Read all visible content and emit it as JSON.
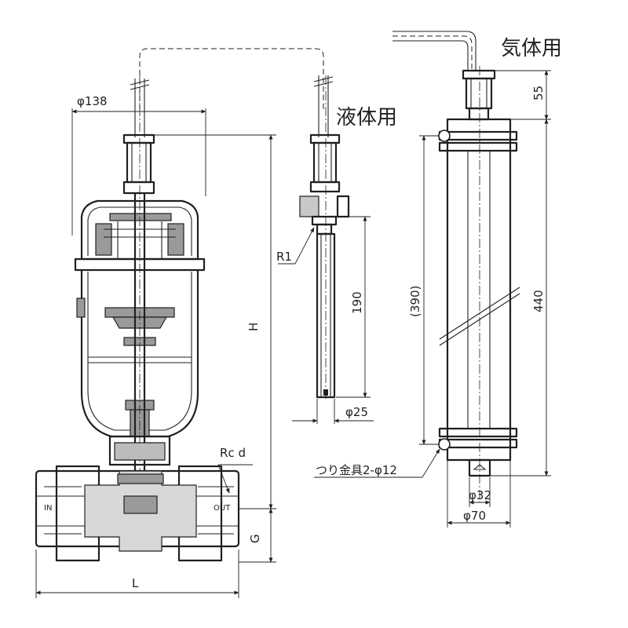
{
  "labels": {
    "gas_use": "気体用",
    "liquid_use": "液体用",
    "diameter_138": "φ138",
    "height_h": "H",
    "rc_d": "Rc d",
    "r1": "R1",
    "dim_190": "190",
    "diameter_25": "φ25",
    "dim_390": "(390)",
    "dim_440": "440",
    "dim_55": "55",
    "lifting_fitting": "つり金具2-φ12",
    "diameter_32": "φ32",
    "diameter_70": "φ70",
    "port_in": "IN",
    "port_out": "OUT",
    "dim_g": "G",
    "dim_l": "L"
  }
}
